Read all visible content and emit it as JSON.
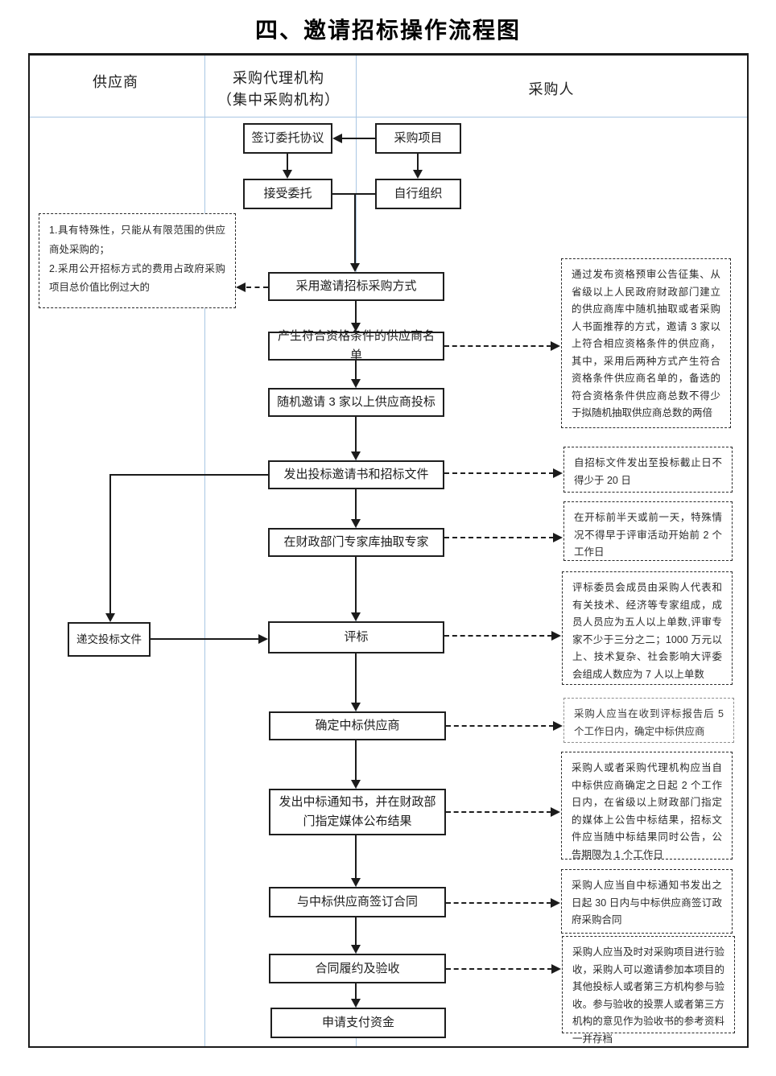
{
  "title": "四、邀请招标操作流程图",
  "lanes": {
    "supplier": "供应商",
    "agency_line1": "采购代理机构",
    "agency_line2": "（集中采购机构）",
    "purchaser": "采购人"
  },
  "flow": {
    "sign_agreement": "签订委托协议",
    "procurement_project": "采购项目",
    "accept_entrustment": "接受委托",
    "self_organize": "自行组织",
    "adopt_method": "采用邀请招标采购方式",
    "generate_list": "产生符合资格条件的供应商名单",
    "random_invite": "随机邀请 3 家以上供应商投标",
    "issue_invitation": "发出投标邀请书和招标文件",
    "extract_experts": "在财政部门专家库抽取专家",
    "submit_bid": "递交投标文件",
    "evaluate": "评标",
    "determine_winner": "确定中标供应商",
    "issue_notice": "发出中标通知书，并在财政部门指定媒体公布结果",
    "sign_contract": "与中标供应商签订合同",
    "performance": "合同履约及验收",
    "apply_payment": "申请支付资金"
  },
  "notes": {
    "left_condition1": "1.具有特殊性，只能从有限范围的供应商处采购的；",
    "left_condition2": "2.采用公开招标方式的费用占政府采购项目总价值比例过大的",
    "qualification_methods": "通过发布资格预审公告征集、从省级以上人民政府财政部门建立的供应商库中随机抽取或者采购人书面推荐的方式，邀请 3 家以上符合相应资格条件的供应商，其中，采用后两种方式产生符合资格条件供应商名单的，备选的符合资格条件供应商总数不得少于拟随机抽取供应商总数的两倍",
    "deadline_20days": "自招标文件发出至投标截止日不得少于 20 日",
    "expert_timing": "在开标前半天或前一天，特殊情况不得早于评审活动开始前 2 个工作日",
    "committee_rules": "评标委员会成员由采购人代表和有关技术、经济等专家组成，成员人员应为五人以上单数,评审专家不少于三分之二；1000 万元以上、技术复杂、社会影响大评委会组成人数应为 7 人以上单数",
    "determine_5days": "采购人应当在收到评标报告后 5 个工作日内，确定中标供应商",
    "announce_rules": "采购人或者采购代理机构应当自中标供应商确定之日起 2 个工作日内，在省级以上财政部门指定的媒体上公告中标结果，招标文件应当随中标结果同时公告，公告期限为 1 个工作日",
    "contract_30days": "采购人应当自中标通知书发出之日起 30 日内与中标供应商签订政府采购合同",
    "acceptance_rules": "采购人应当及时对采购项目进行验收，采购人可以邀请参加本项目的其他投标人或者第三方机构参与验收。参与验收的投票人或者第三方机构的意见作为验收书的参考资料一并存档"
  },
  "colors": {
    "divider_blue": "#a9c6e3",
    "line_black": "#1b1b1b",
    "light_note_border": "#8f8f8f"
  }
}
